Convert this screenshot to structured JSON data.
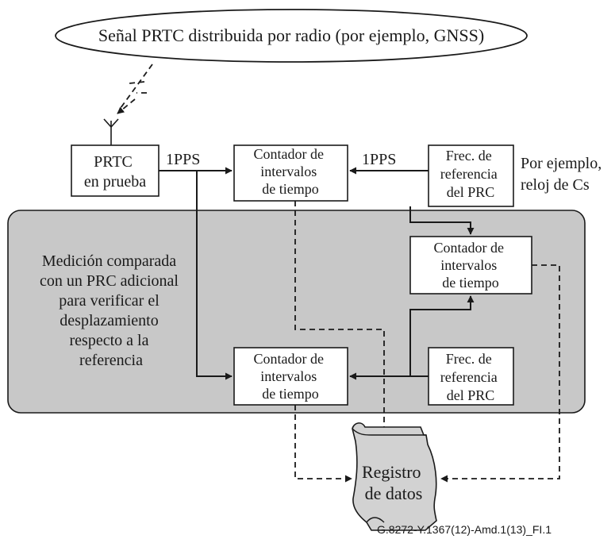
{
  "signal": "Señal PRTC distribuida por radio (por ejemplo, GNSS)",
  "prtc_box": [
    "PRTC",
    "en prueba"
  ],
  "tic_label": [
    "Contador de",
    "intervalos",
    "de tiempo"
  ],
  "prc_label": [
    "Frec. de",
    "referencia",
    "del PRC"
  ],
  "pps": "1PPS",
  "cs_note": [
    "Por ejemplo,",
    "reloj de Cs"
  ],
  "panel_text": [
    "Medición comparada",
    "con un PRC adicional",
    "para verificar el",
    "desplazamiento",
    "respecto a la",
    "referencia"
  ],
  "log": [
    "Registro",
    "de datos"
  ],
  "figure_id": "G.8272-Y.1367(12)-Amd.1(13)_FI.1",
  "colors": {
    "panel": "#c8c8c8",
    "ink": "#1a1a1a",
    "log_fill": "#d2d2d2"
  }
}
